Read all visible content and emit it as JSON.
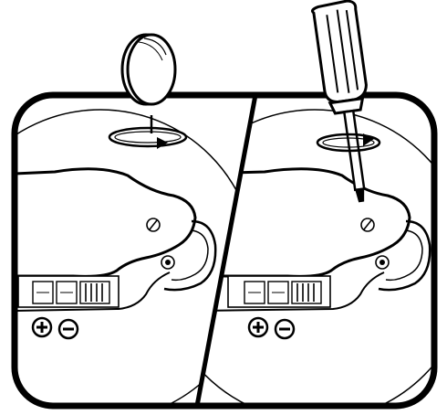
{
  "figure": {
    "type": "instruction-illustration",
    "panels": [
      {
        "name": "remove-cover-with-coin",
        "tool_icon": "coin-icon",
        "action_icon": "rotate-counterclockwise-arrow-icon",
        "polarity_symbols": [
          "plus-icon",
          "minus-icon"
        ]
      },
      {
        "name": "remove-cover-with-screwdriver",
        "tool_icon": "screwdriver-icon",
        "action_icon": "rotate-counterclockwise-arrow-icon",
        "polarity_symbols": [
          "plus-icon",
          "minus-icon"
        ]
      }
    ],
    "colors": {
      "line": "#000000",
      "fill": "#ffffff",
      "hatch": "#000000"
    }
  }
}
